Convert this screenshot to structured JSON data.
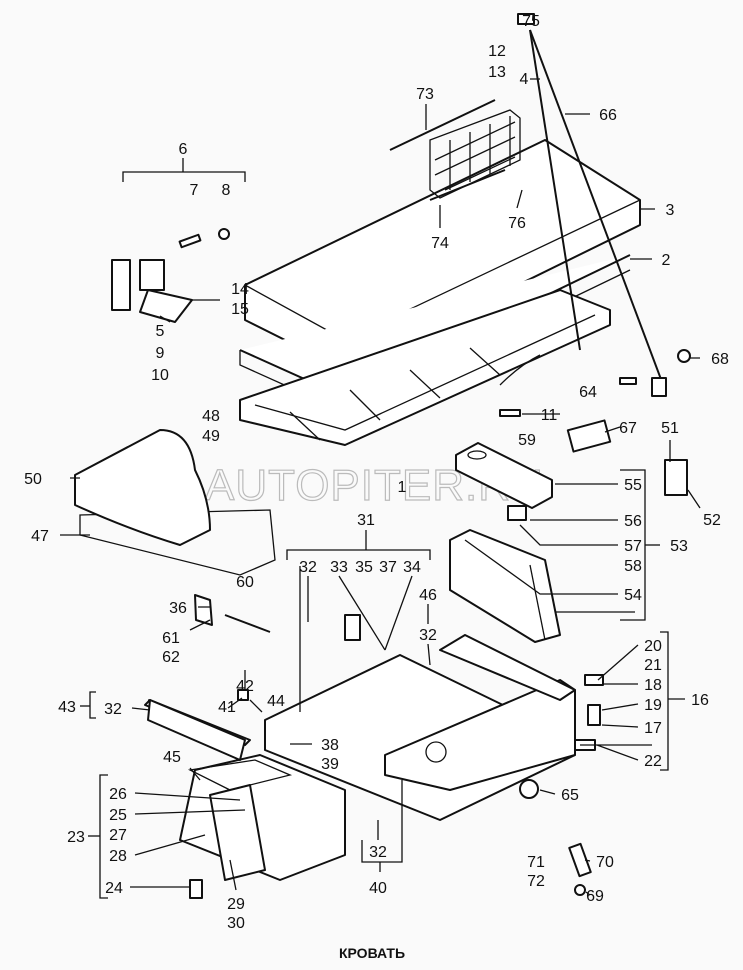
{
  "title": "КРОВАТЬ",
  "watermark": "AUTOPITER.RU",
  "labels": [
    "75",
    "12",
    "13",
    "4",
    "66",
    "73",
    "74",
    "76",
    "3",
    "2",
    "68",
    "6",
    "7",
    "8",
    "14",
    "15",
    "5",
    "9",
    "10",
    "11",
    "64",
    "67",
    "59",
    "51",
    "52",
    "48",
    "49",
    "50",
    "1",
    "55",
    "56",
    "57",
    "58",
    "53",
    "54",
    "47",
    "31",
    "32",
    "33",
    "35",
    "37",
    "34",
    "60",
    "36",
    "61",
    "62",
    "46",
    "32",
    "20",
    "21",
    "18",
    "16",
    "19",
    "17",
    "22",
    "43",
    "32",
    "42",
    "41",
    "44",
    "38",
    "39",
    "45",
    "26",
    "25",
    "23",
    "27",
    "28",
    "24",
    "29",
    "30",
    "32",
    "40",
    "65",
    "71",
    "72",
    "70",
    "69"
  ]
}
